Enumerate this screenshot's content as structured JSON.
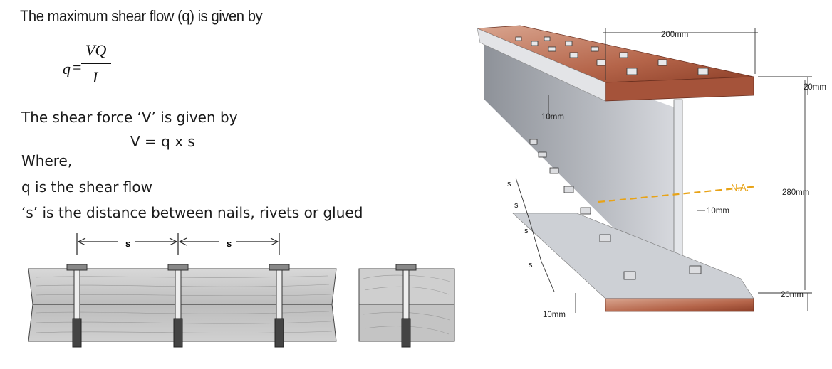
{
  "intro": {
    "heading": "The maximum shear flow (q) is given by",
    "formula": {
      "lhs": "q",
      "equals": "=",
      "numerator": "VQ",
      "denominator": "I"
    }
  },
  "shear_force": {
    "line": "The shear force ‘V’ is given by",
    "formula": "V = q x s"
  },
  "definitions": {
    "where": "Where,",
    "q": "q is the shear flow",
    "s": "‘s’ is the distance between nails, rivets or glued"
  },
  "timber_diagram": {
    "spacing_label_1": "s",
    "spacing_label_2": "s"
  },
  "beam_diagram": {
    "flange_width": "200mm",
    "top_flange_thickness": "20mm",
    "bottom_flange_thickness": "20mm",
    "total_depth": "280mm",
    "web_thickness": "10mm",
    "neutral_axis": "N.A.",
    "bolt_inset_top": "10mm",
    "bolt_inset_bottom": "10mm",
    "spacing_labels": [
      "s",
      "s",
      "s",
      "s"
    ]
  },
  "colors": {
    "flange": "#b5654a",
    "steel": "#a8acb3",
    "wood": "#c9c9c9",
    "na_line": "#e8a317"
  }
}
